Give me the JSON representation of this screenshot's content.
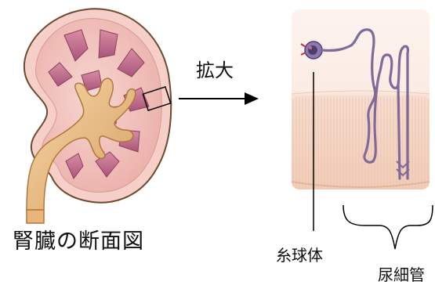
{
  "labels": {
    "kidney_section": "腎臓の断面図",
    "enlarge": "拡大",
    "glomerulus": "糸球体",
    "renal_tubule": "尿細管"
  },
  "colors": {
    "capsule_outline": "#6b4a2e",
    "cortex": "#f4c9c4",
    "cortex_dark": "#e9a9a6",
    "pyramid": "#c97b92",
    "pyramid_dark": "#9c4b67",
    "pelvis": "#efc48c",
    "pelvis_dark": "#c8904a",
    "tissue_light": "#fbece5",
    "tissue_band": "#f3d5c4",
    "tubule_stroke": "#7f6a9a",
    "glomerulus_fill": "#5a4e7a",
    "arrow": "#000000"
  },
  "icons": [
    "kidney-cross-section",
    "nephron-illustration",
    "arrow-right",
    "brace"
  ]
}
